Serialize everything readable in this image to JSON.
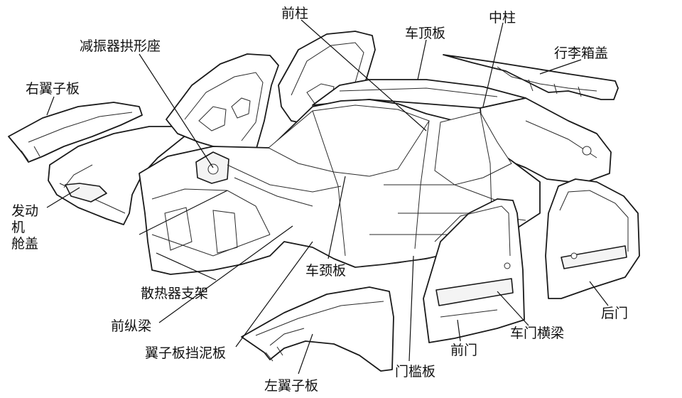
{
  "labels": {
    "front_pillar": "前柱",
    "roof_panel": "车顶板",
    "center_pillar": "中柱",
    "trunk_lid": "行李箱盖",
    "shock_tower": "减振器拱形座",
    "right_fender": "右翼子板",
    "hood_line1": "发动机",
    "hood_line2": "舱盖",
    "cowl_panel": "车颈板",
    "radiator_support": "散热器支架",
    "front_rail": "前纵梁",
    "fender_apron": "翼子板挡泥板",
    "left_fender": "左翼子板",
    "rocker_panel": "门槛板",
    "front_door": "前门",
    "door_beam": "车门横梁",
    "rear_door": "后门"
  }
}
